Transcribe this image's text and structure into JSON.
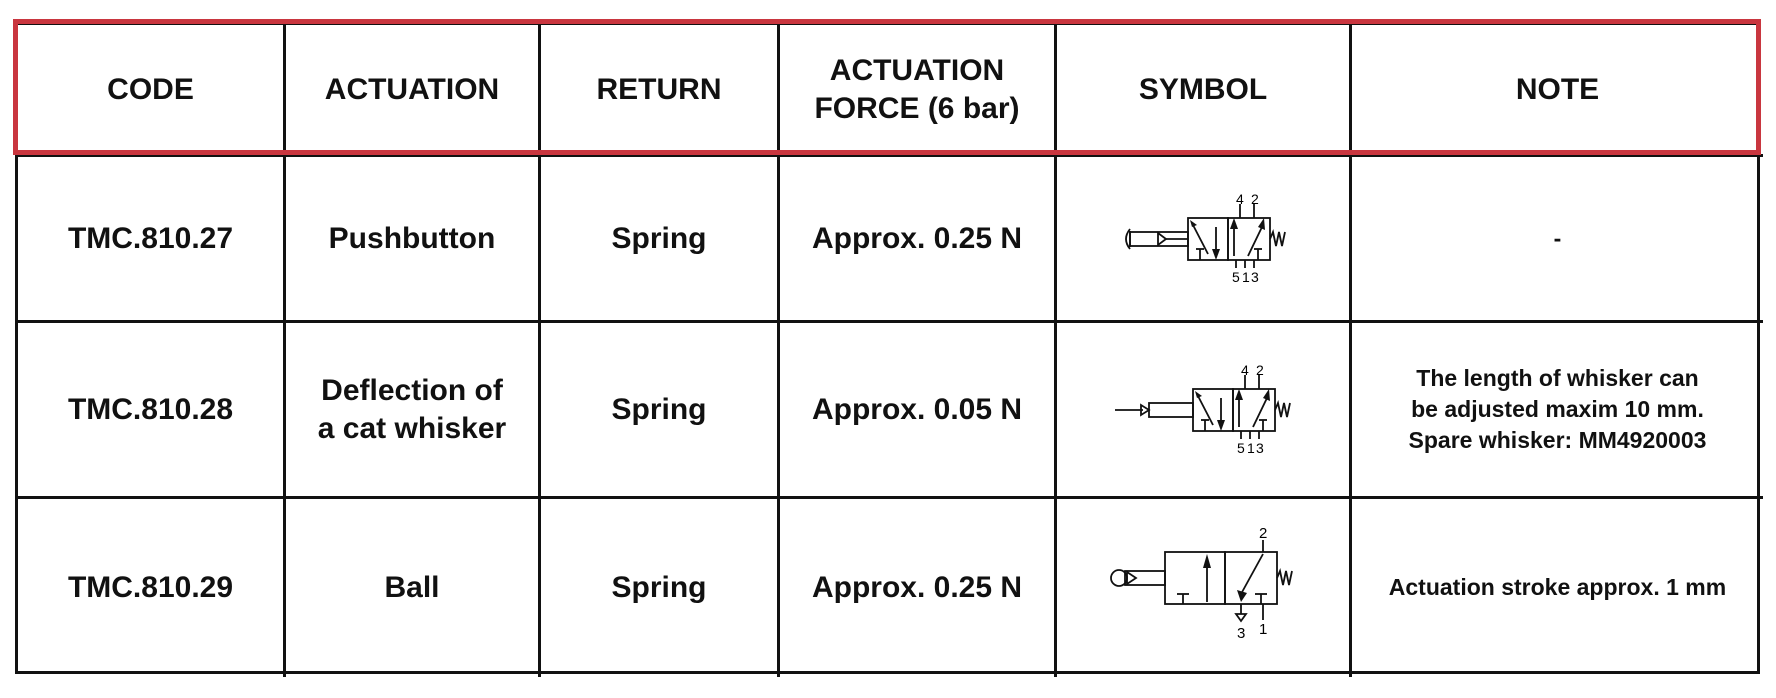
{
  "table": {
    "headers": [
      "CODE",
      "ACTUATION",
      "RETURN",
      "ACTUATION\nFORCE (6 bar)",
      "SYMBOL",
      "NOTE"
    ],
    "rows": [
      {
        "code": "TMC.810.27",
        "actuation": "Pushbutton",
        "return": "Spring",
        "force": "Approx. 0.25 N",
        "symbol_icon": "pushbutton-5-2-valve-symbol-icon",
        "symbol_ports_top": [
          "4",
          "2"
        ],
        "symbol_ports_bottom": [
          "5",
          "1",
          "3"
        ],
        "note": "-"
      },
      {
        "code": "TMC.810.28",
        "actuation": "Deflection of\na cat whisker",
        "return": "Spring",
        "force": "Approx. 0.05 N",
        "symbol_icon": "whisker-5-2-valve-symbol-icon",
        "symbol_ports_top": [
          "4",
          "2"
        ],
        "symbol_ports_bottom": [
          "5",
          "1",
          "3"
        ],
        "note": "The length of whisker can\nbe adjusted maxim 10 mm.\nSpare whisker: MM4920003"
      },
      {
        "code": "TMC.810.29",
        "actuation": "Ball",
        "return": "Spring",
        "force": "Approx. 0.25 N",
        "symbol_icon": "ball-3-2-valve-symbol-icon",
        "symbol_ports_top": [
          "2"
        ],
        "symbol_ports_bottom": [
          "3",
          "1"
        ],
        "note": "Actuation stroke approx. 1 mm"
      }
    ]
  },
  "colors": {
    "header_highlight": "#c9363f",
    "grid": "#111111"
  }
}
